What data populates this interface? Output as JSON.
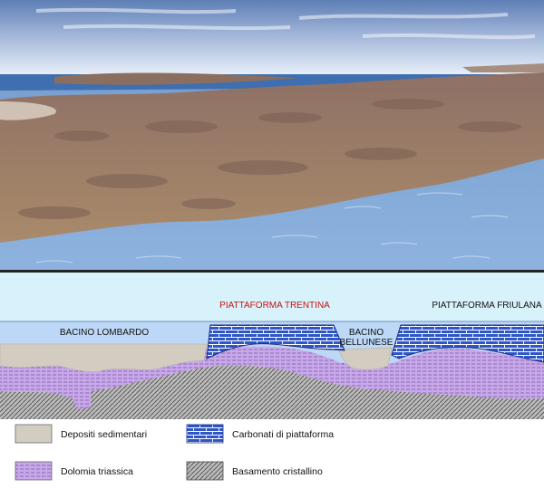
{
  "section_labels": {
    "bacino_lombardo": "BACINO LOMBARDO",
    "piattaforma_trentina": "PIATTAFORMA TRENTINA",
    "bacino_bellunese_line1": "BACINO",
    "bacino_bellunese_line2": "BELLUNESE",
    "piattaforma_friulana": "PIATTAFORMA FRIULANA"
  },
  "legend": {
    "items": [
      {
        "label": "Depositi sedimentari",
        "swatch": "sediment"
      },
      {
        "label": "Carbonati di piattaforma",
        "swatch": "carbonate"
      },
      {
        "label": "Dolomia triassica",
        "swatch": "dolomite"
      },
      {
        "label": "Basamento cristallino",
        "swatch": "basement"
      }
    ]
  },
  "colors": {
    "sea_section": "#bcd8f6",
    "sky_section": "#d8f2fb",
    "sediment": "#d2cdc0",
    "carbonate": "#2f56c7",
    "dolomite": "#c8a9e8",
    "basement": "#b5b5b5",
    "highlight_label": "#cc1111"
  },
  "icons": {
    "rendered_landscape": "rendered-landscape-image"
  }
}
